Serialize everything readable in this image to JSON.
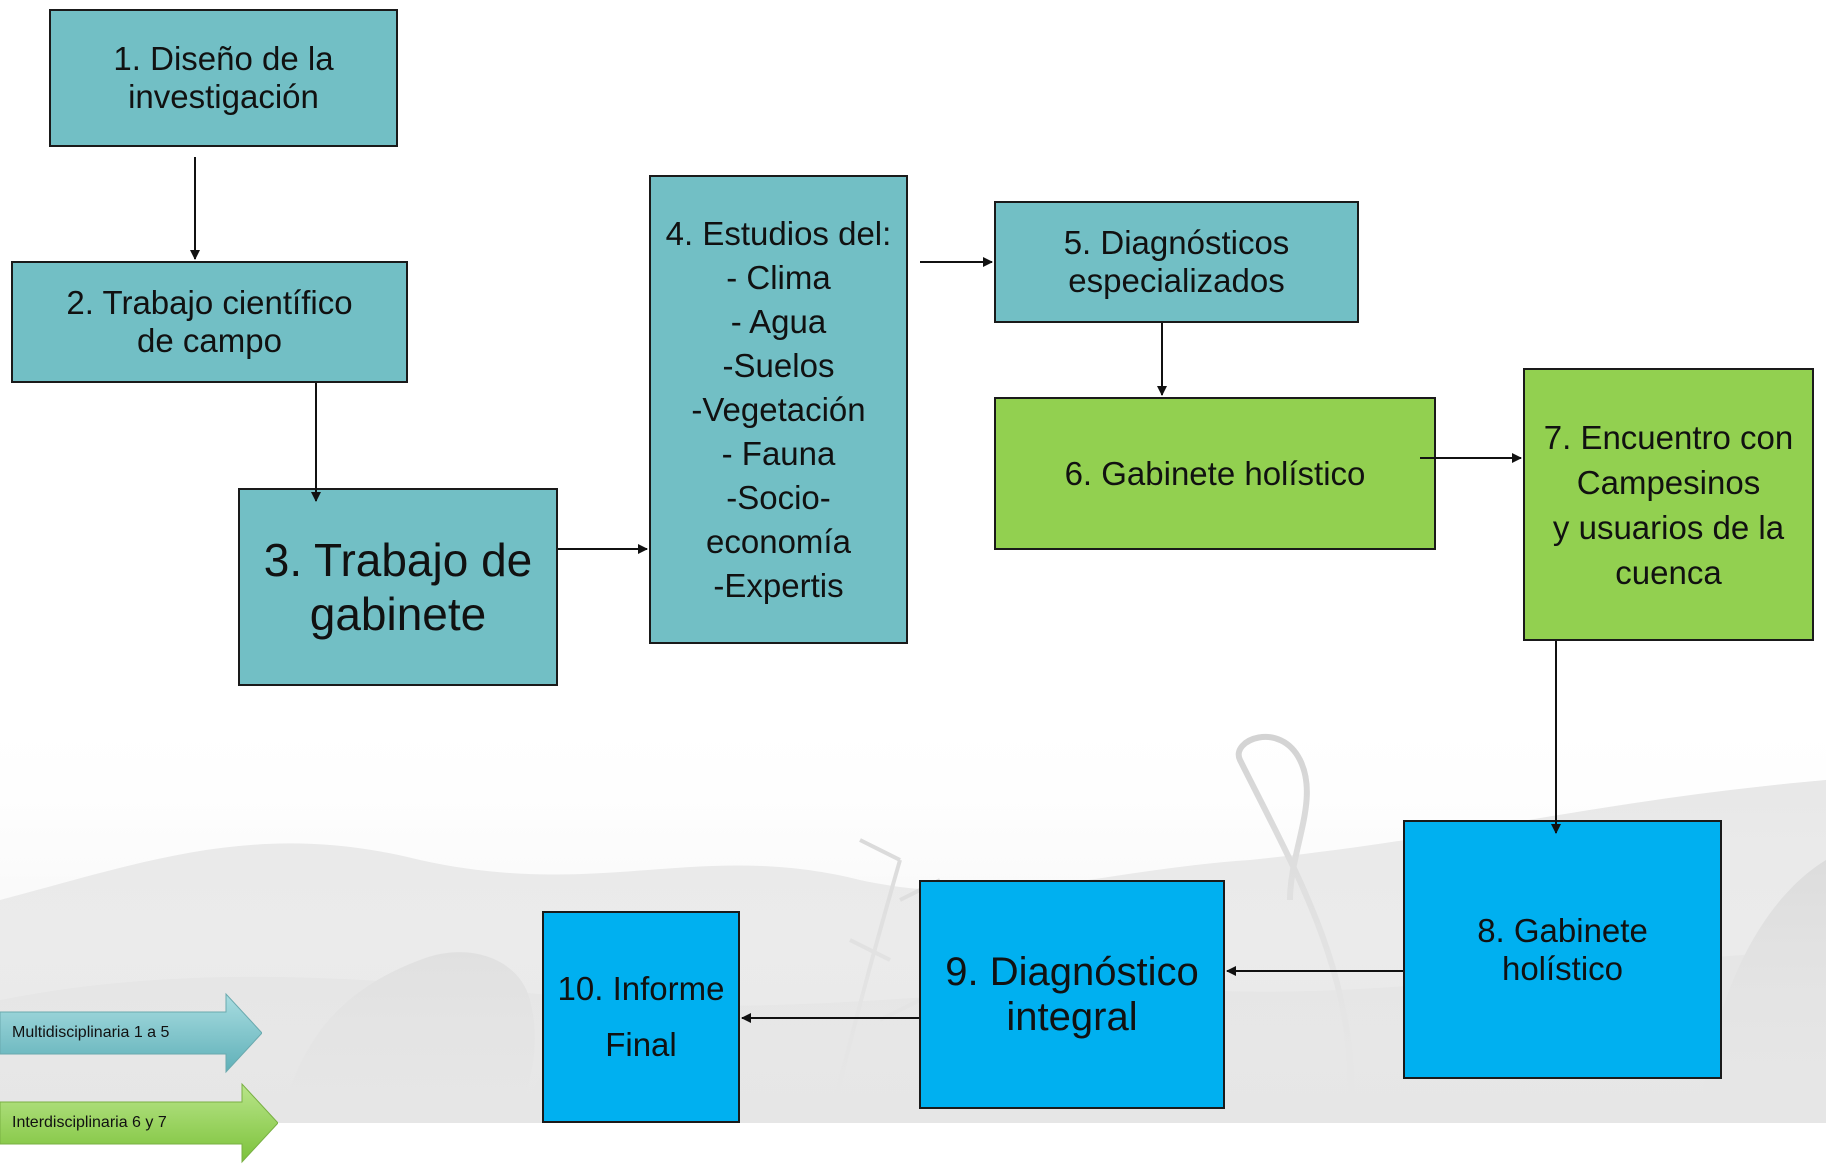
{
  "colors": {
    "teal": "#72bfc5",
    "green": "#92d050",
    "blue": "#00b0f0",
    "legend_teal": "#72bfc5",
    "legend_green": "#92d050"
  },
  "steps": {
    "s1": {
      "lines": [
        "1. Diseño de la",
        "investigación"
      ]
    },
    "s2": {
      "lines": [
        "2. Trabajo científico",
        "de campo"
      ]
    },
    "s3": {
      "lines": [
        "3. Trabajo de",
        "gabinete"
      ]
    },
    "s4": {
      "lines": [
        "4. Estudios del:",
        "- Clima",
        "- Agua",
        "-Suelos",
        "-Vegetación",
        "- Fauna",
        "-Socio-",
        "economía",
        "-Expertis"
      ]
    },
    "s5": {
      "lines": [
        "5. Diagnósticos",
        "especializados"
      ]
    },
    "s6": {
      "lines": [
        "6. Gabinete holístico"
      ]
    },
    "s7": {
      "lines": [
        "7. Encuentro con",
        "Campesinos",
        "y usuarios de la",
        "cuenca"
      ]
    },
    "s8": {
      "lines": [
        "8. Gabinete",
        "holístico"
      ]
    },
    "s9": {
      "lines": [
        "9. Diagnóstico",
        "integral"
      ]
    },
    "s10": {
      "lines": [
        "10. Informe",
        "Final"
      ]
    }
  },
  "legend": {
    "multi": "Multidisciplinaria 1 a 5",
    "inter": "Interdisciplinaria 6 y 7"
  }
}
